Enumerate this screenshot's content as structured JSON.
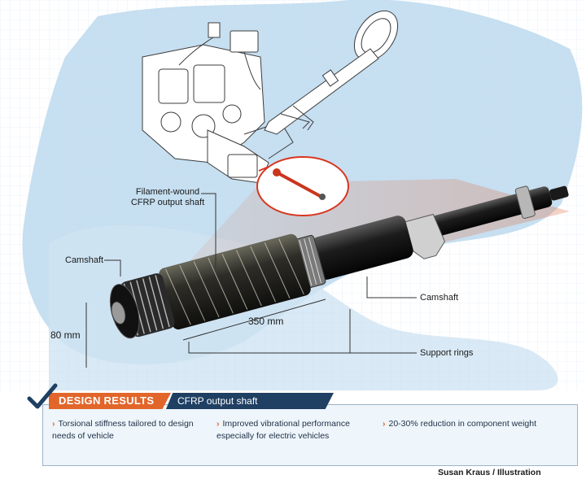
{
  "labels": {
    "output_shaft": "Filament-wound\nCFRP output shaft",
    "camshaft_left": "Camshaft",
    "camshaft_right": "Camshaft",
    "length": "350 mm",
    "diameter": "80 mm",
    "support_rings": "Support rings"
  },
  "panel": {
    "title": "DESIGN RESULTS",
    "subtitle": "CFRP output shaft",
    "results": [
      {
        "text": "Torsional stiffness tailored to design\nneeds of vehicle"
      },
      {
        "text": "Improved vibrational performance\nespecially for electric vehicles"
      },
      {
        "text": "20-30% reduction in component weight"
      }
    ]
  },
  "credit": "Susan Kraus / Illustration",
  "colors": {
    "accent_orange": "#e2652a",
    "navy": "#1f3f63",
    "callout_red": "#d8361e"
  },
  "icons": {
    "check": "checkmark-icon",
    "bullet": "chevron-right-icon"
  }
}
